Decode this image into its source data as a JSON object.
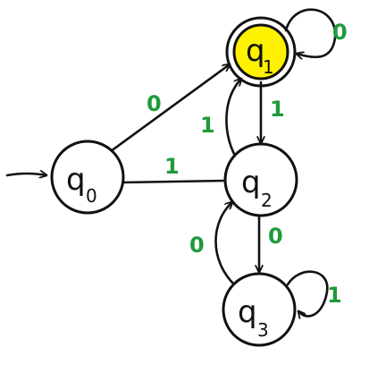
{
  "colors": {
    "accept_fill": "#fef200",
    "label": "#1f9a3c",
    "stroke": "#111111"
  },
  "states": [
    {
      "id": "q0",
      "main": "q",
      "sub": "0",
      "start": true,
      "accept": false
    },
    {
      "id": "q1",
      "main": "q",
      "sub": "1",
      "start": false,
      "accept": true
    },
    {
      "id": "q2",
      "main": "q",
      "sub": "2",
      "start": false,
      "accept": false
    },
    {
      "id": "q3",
      "main": "q",
      "sub": "3",
      "start": false,
      "accept": false
    }
  ],
  "transitions": [
    {
      "from": "q0",
      "to": "q1",
      "symbol": "0"
    },
    {
      "from": "q0",
      "to": "q2",
      "symbol": "1"
    },
    {
      "from": "q1",
      "to": "q1",
      "symbol": "0"
    },
    {
      "from": "q1",
      "to": "q2",
      "symbol": "1"
    },
    {
      "from": "q2",
      "to": "q1",
      "symbol": "1"
    },
    {
      "from": "q2",
      "to": "q3",
      "symbol": "0"
    },
    {
      "from": "q3",
      "to": "q2",
      "symbol": "0"
    },
    {
      "from": "q3",
      "to": "q3",
      "symbol": "1"
    }
  ]
}
